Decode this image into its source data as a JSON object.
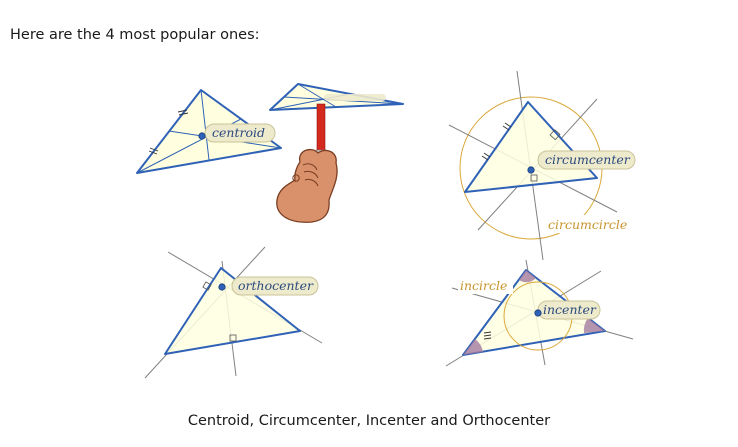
{
  "intro_text": "Here are the 4 most popular ones:",
  "caption": "Centroid, Circumcenter, Incenter and Orthocenter",
  "labels": {
    "centroid": "centroid",
    "circumcenter": "circumcenter",
    "circumcircle": "circumcircle",
    "orthocenter": "orthocenter",
    "incircle": "incircle",
    "incenter": "incenter"
  },
  "colors": {
    "triangle_fill": "#ffffe0",
    "triangle_edge": "#2f62b6",
    "circle": "#d9a83a",
    "angle_mark": "#a47aa0",
    "pencil": "#d42a1e",
    "hand": "#d9916b"
  }
}
